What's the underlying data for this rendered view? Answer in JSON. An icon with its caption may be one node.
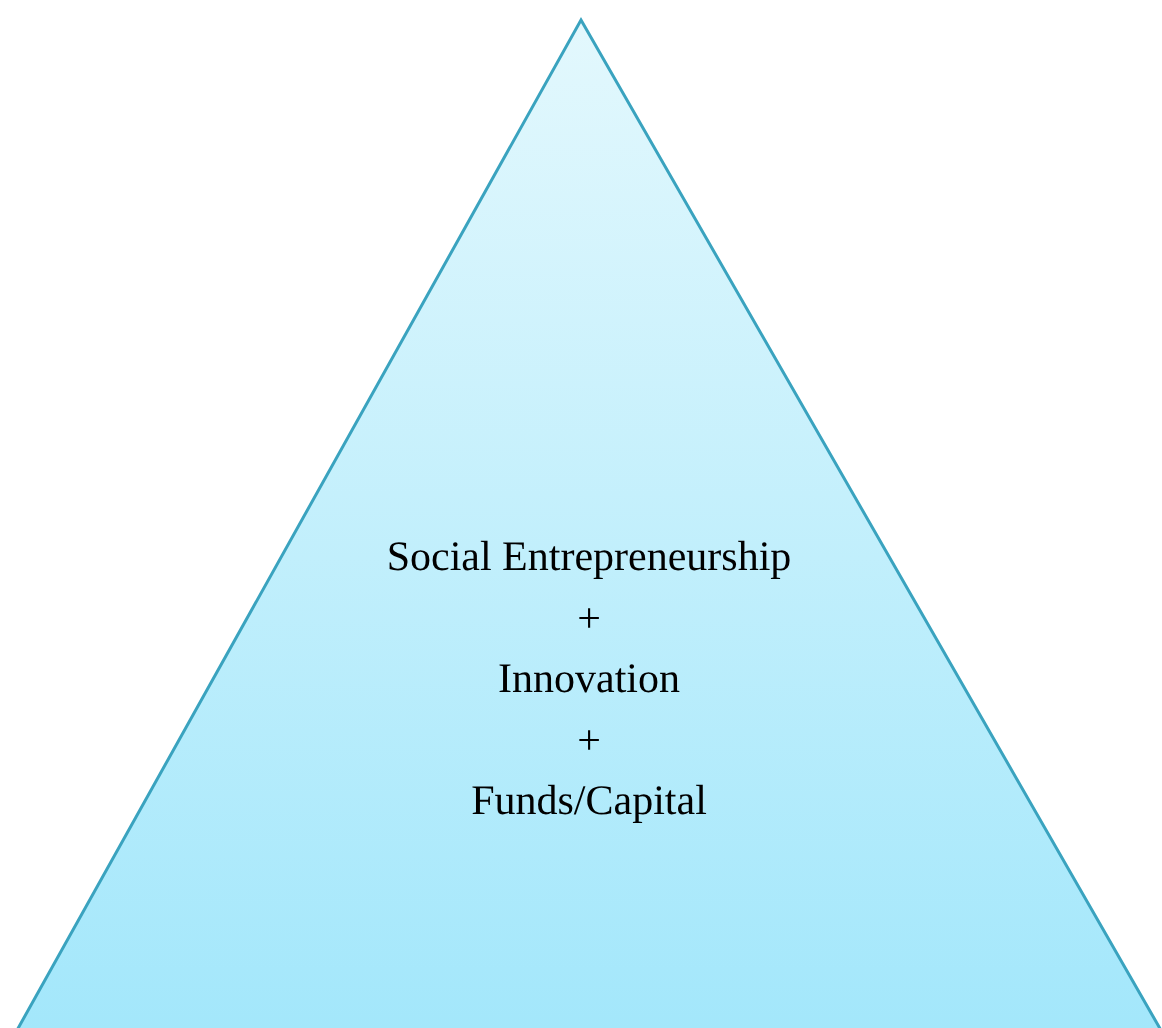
{
  "diagram": {
    "nodes": [
      {
        "text": [
          "Social Entrepreneurship",
          "+",
          "Innovation",
          "+",
          "Funds/Capital"
        ]
      }
    ]
  }
}
